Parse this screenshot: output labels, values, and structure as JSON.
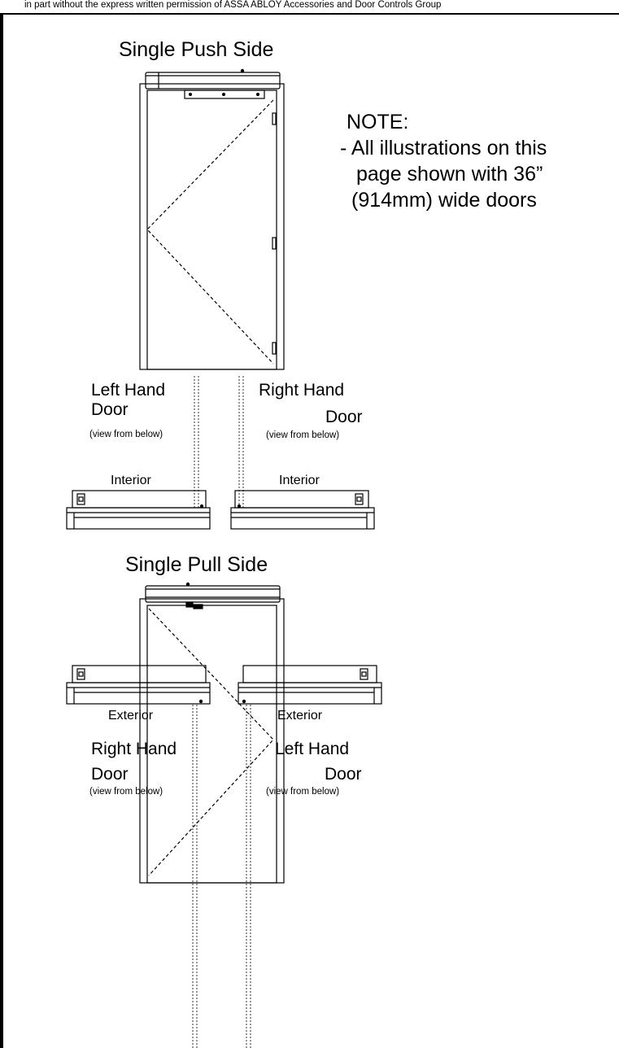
{
  "header": {
    "copyright_line": "in part without the express written permission of ASSA ABLOY Accessories and Door Controls Group"
  },
  "note": {
    "title": "NOTE:",
    "line1": "- All illustrations on this",
    "line2": "page shown with 36”",
    "line3": "(914mm) wide doors"
  },
  "push_side": {
    "title": "Single Push Side",
    "left": {
      "line1": "Left Hand",
      "line2": "Door",
      "sub": "(view from below)",
      "side": "Interior"
    },
    "right": {
      "line1": "Right Hand",
      "line2": "Door",
      "sub": "(view from below)",
      "side": "Interior"
    }
  },
  "pull_side": {
    "title": "Single Pull Side",
    "left": {
      "line1": "Right Hand",
      "line2": "Door",
      "sub": "(view from below)",
      "side": "Exterior"
    },
    "right": {
      "line1": "Left Hand",
      "line2": "Door",
      "sub": "(view from below)",
      "side": "Exterior"
    }
  }
}
